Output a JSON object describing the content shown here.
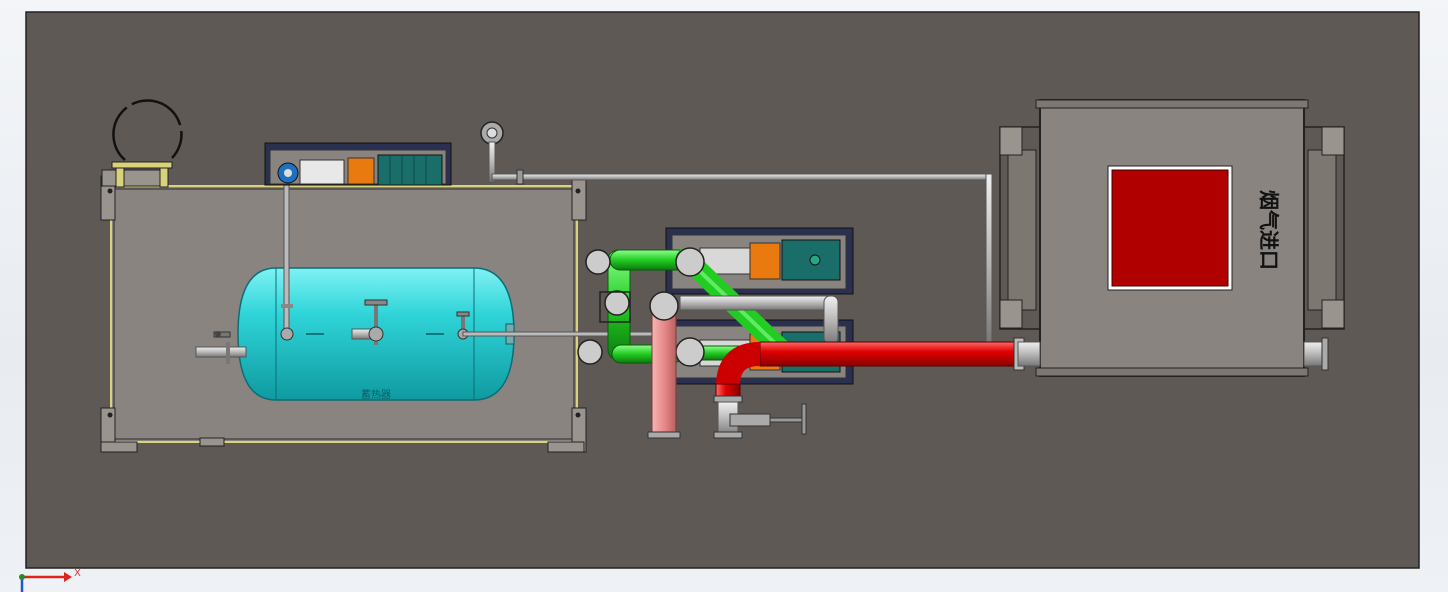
{
  "drawing": {
    "flue_gas_inlet_label": "烟气进口",
    "tank_label": "蓄热器"
  },
  "triad": {
    "x_label": "X"
  },
  "colors": {
    "background_panel": "#5f5955",
    "tank": "#2fd4d8",
    "hot_pipe": "#e60000",
    "pink_pipe": "#e88a8a",
    "green_pipe": "#22cc22",
    "skid": "#8a8480",
    "inlet_red": "#b00000"
  }
}
